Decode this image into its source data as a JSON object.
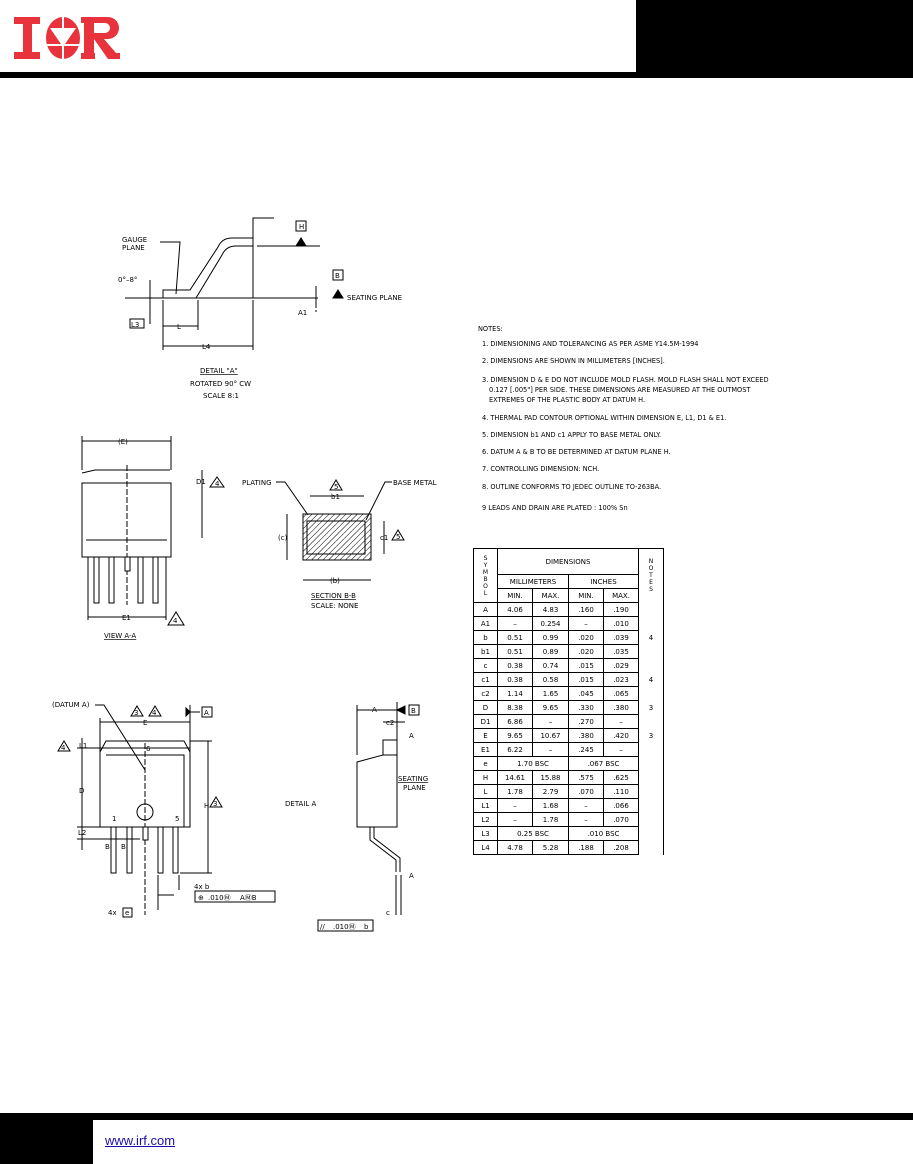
{
  "header": {
    "logo_text": "IOR",
    "logo_color": "#e8323c"
  },
  "footer": {
    "link": "www.irf.com"
  },
  "detail_a": {
    "gauge_plane": [
      "GAUGE",
      "PLANE"
    ],
    "angle": "0°–8°",
    "l3": "L3",
    "l": "L",
    "l4": "L4",
    "a1": "A1",
    "datum_h": "H",
    "datum_b": "B",
    "seating_plane": "SEATING PLANE",
    "title": "DETAIL \"A\"",
    "rotated": "ROTATED 90° CW",
    "scale": "SCALE 8:1"
  },
  "view_aa": {
    "e_paren": "(E)",
    "d1": "D1",
    "note4": "4",
    "e1": "E1",
    "title": "VIEW A-A"
  },
  "section_bb": {
    "plating": "PLATING",
    "base_metal": "BASE METAL",
    "note5": "5",
    "b1": "b1",
    "c_paren": "(c)",
    "c1": "c1",
    "b_paren": "(b)",
    "title": "SECTION B-B",
    "scale": "SCALE: NONE"
  },
  "top_view": {
    "datum_a_label": "(DATUM A)",
    "note3": "3",
    "note4": "4",
    "datum_a": "A",
    "e": "E",
    "l1": "L1",
    "d": "D",
    "l2": "L2",
    "h": "H",
    "pin1": "1",
    "pin5": "5",
    "pin6": "6",
    "b_lbl": "B",
    "four_x_b": "4x b",
    "four_x_e": "4x",
    "e_box": "e",
    "tolerance": ".010Ⓜ",
    "tol_ref": "AⓂB"
  },
  "side_view": {
    "a": "A",
    "datum_b": "B",
    "c2": "c2",
    "detail": "DETAIL A",
    "seating": "SEATING",
    "plane": "PLANE",
    "c": "c",
    "parallel_tol": ".010Ⓜ",
    "parallel_ref": "b"
  },
  "notes": {
    "title": "NOTES:",
    "items": [
      "1. DIMENSIONING AND TOLERANCING AS PER ASME Y14.5M-1994",
      "2. DIMENSIONS ARE SHOWN IN MILLIMETERS [INCHES].",
      "3. DIMENSION D & E DO NOT INCLUDE MOLD  FLASH. MOLD FLASH SHALL NOT EXCEED",
      "0.127 [.005\"] PER SIDE. THESE DIMENSIONS ARE MEASURED AT THE OUTMOST",
      "EXTREMES OF THE PLASTIC BODY AT DATUM H.",
      "4. THERMAL PAD CONTOUR OPTIONAL WITHIN DIMENSION E, L1, D1 & E1.",
      "5. DIMENSION b1 AND c1 APPLY TO BASE METAL ONLY.",
      "6. DATUM A & B TO BE DETERMINED AT DATUM PLANE H.",
      "7. CONTROLLING DIMENSION: NCH.",
      "8. OUTLINE CONFORMS TO JEDEC OUTLINE TO-263BA.",
      "9 LEADS AND DRAIN ARE PLATED : 100% Sn"
    ]
  },
  "table": {
    "symbol_header": "S Y M B O L",
    "dimensions": "DIMENSIONS",
    "millimeters": "MILLIMETERS",
    "inches": "INCHES",
    "min": "MIN.",
    "max": "MAX.",
    "notes_header": "N O T E S",
    "rows": [
      [
        "A",
        "4.06",
        "4.83",
        ".160",
        ".190",
        ""
      ],
      [
        "A1",
        "–",
        "0.254",
        "–",
        ".010",
        ""
      ],
      [
        "b",
        "0.51",
        "0.99",
        ".020",
        ".039",
        "4"
      ],
      [
        "b1",
        "0.51",
        "0.89",
        ".020",
        ".035",
        ""
      ],
      [
        "c",
        "0.38",
        "0.74",
        ".015",
        ".029",
        ""
      ],
      [
        "c1",
        "0.38",
        "0.58",
        ".015",
        ".023",
        "4"
      ],
      [
        "c2",
        "1.14",
        "1.65",
        ".045",
        ".065",
        ""
      ],
      [
        "D",
        "8.38",
        "9.65",
        ".330",
        ".380",
        "3"
      ],
      [
        "D1",
        "6.86",
        "–",
        ".270",
        "–",
        ""
      ],
      [
        "E",
        "9.65",
        "10.67",
        ".380",
        ".420",
        "3"
      ],
      [
        "E1",
        "6.22",
        "–",
        ".245",
        "–",
        ""
      ],
      [
        "e",
        "1.70 BSC",
        "",
        ".067 BSC",
        "",
        ""
      ],
      [
        "H",
        "14.61",
        "15.88",
        ".575",
        ".625",
        ""
      ],
      [
        "L",
        "1.78",
        "2.79",
        ".070",
        ".110",
        ""
      ],
      [
        "L1",
        "–",
        "1.68",
        "–",
        ".066",
        ""
      ],
      [
        "L2",
        "–",
        "1.78",
        "–",
        ".070",
        ""
      ],
      [
        "L3",
        "0.25 BSC",
        "",
        ".010 BSC",
        "",
        ""
      ],
      [
        "L4",
        "4.78",
        "5.28",
        ".188",
        ".208",
        ""
      ]
    ]
  }
}
